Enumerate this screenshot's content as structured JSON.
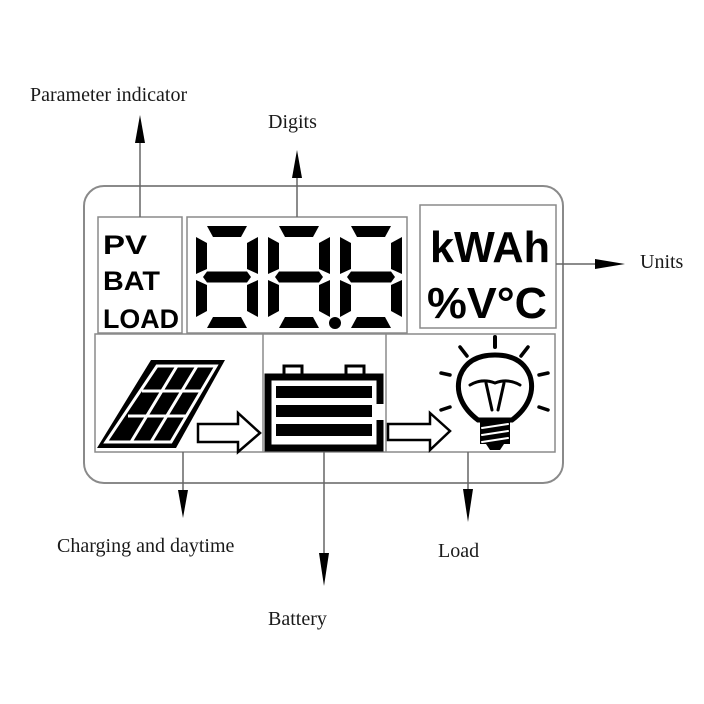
{
  "diagram": {
    "type": "LCD display panel callout diagram",
    "callouts": {
      "parameter_indicator": "Parameter indicator",
      "digits": "Digits",
      "units": "Units",
      "charging": "Charging and daytime",
      "battery": "Battery",
      "load": "Load"
    },
    "lcd": {
      "parameters": [
        "PV",
        "BAT",
        "LOAD"
      ],
      "digits_display": "88.8",
      "units_top": "kWAh",
      "units_bottom": "%V°C"
    },
    "icons": [
      "solar-panel-icon",
      "arrow-right-icon",
      "battery-icon",
      "arrow-right-icon",
      "light-bulb-icon"
    ],
    "colors": {
      "line": "#777777",
      "ink": "#000000",
      "text": "#1a1a1a"
    }
  }
}
